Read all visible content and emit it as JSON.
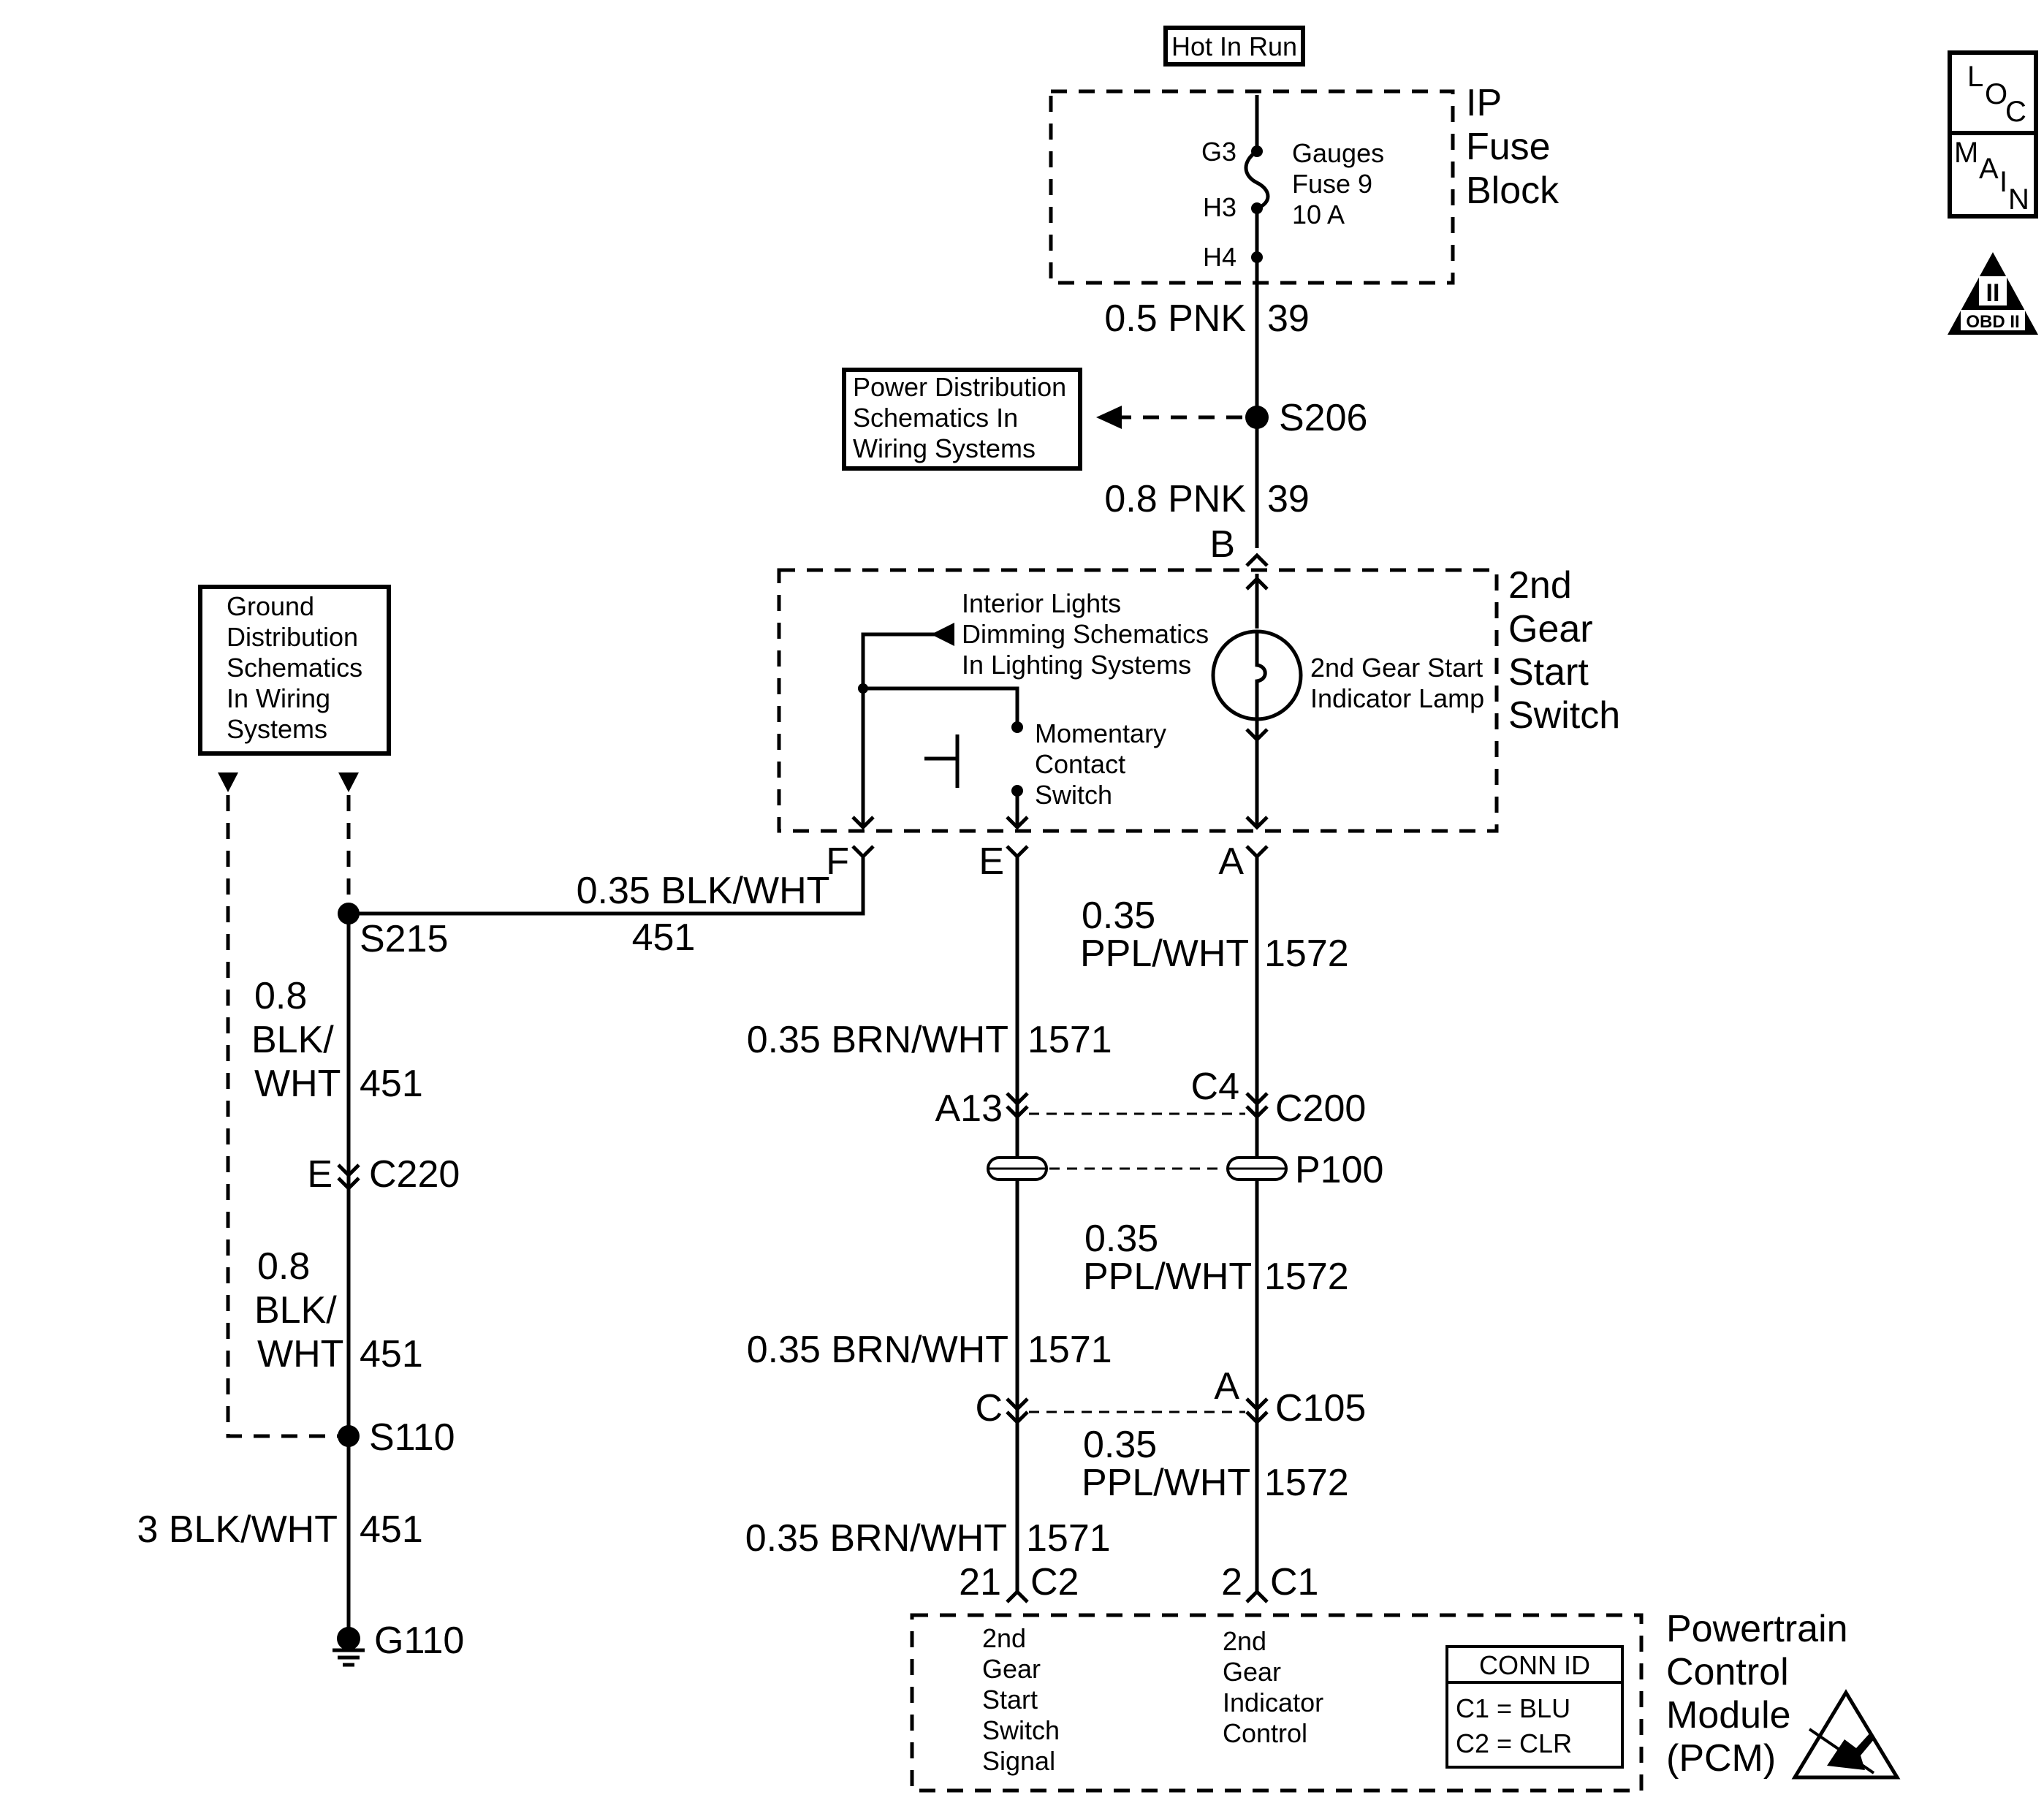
{
  "power_source": "Hot In Run",
  "fuse_block": {
    "title_lines": [
      "IP",
      "Fuse",
      "Block"
    ],
    "fuse_lines": [
      "Gauges",
      "Fuse 9",
      "10 A"
    ],
    "terminals": [
      "G3",
      "H3",
      "H4"
    ]
  },
  "power_dist_ref": [
    "Power Distribution",
    "Schematics In",
    "Wiring Systems"
  ],
  "ground_dist_ref": [
    "Ground",
    "Distribution",
    "Schematics",
    "In Wiring",
    "Systems"
  ],
  "splices": {
    "s206": "S206",
    "s215": "S215",
    "s110": "S110",
    "g110": "G110"
  },
  "wires": {
    "w1_size": "0.5 PNK",
    "w1_circuit": "39",
    "w2_size": "0.8 PNK",
    "w2_circuit": "39",
    "blk_size": "0.35 BLK/WHT",
    "blk_circuit": "451",
    "g1_lines": [
      "0.8",
      "BLK/",
      "WHT"
    ],
    "g1_circuit": "451",
    "g2_lines": [
      "0.8",
      "BLK/",
      "WHT"
    ],
    "g2_circuit": "451",
    "g3_size": "3 BLK/WHT",
    "g3_circuit": "451",
    "brn1_size": "0.35 BRN/WHT",
    "brn1_circuit": "1571",
    "brn2_size": "0.35 BRN/WHT",
    "brn2_circuit": "1571",
    "brn3_size": "0.35 BRN/WHT",
    "brn3_circuit": "1571",
    "ppl1_lines": [
      "0.35",
      "PPL/WHT"
    ],
    "ppl1_circuit": "1572",
    "ppl2_lines": [
      "0.35",
      "PPL/WHT"
    ],
    "ppl2_circuit": "1572",
    "ppl3_lines": [
      "0.35",
      "PPL/WHT"
    ],
    "ppl3_circuit": "1572"
  },
  "switch": {
    "title_lines": [
      "2nd",
      "Gear",
      "Start",
      "Switch"
    ],
    "lamp_lines": [
      "2nd Gear Start",
      "Indicator Lamp"
    ],
    "dimming_ref": [
      "Interior Lights",
      "Dimming Schematics",
      "In Lighting Systems"
    ],
    "momentary_lines": [
      "Momentary",
      "Contact",
      "Switch"
    ],
    "pin_b": "B",
    "pin_f": "F",
    "pin_e": "E",
    "pin_a": "A"
  },
  "connectors": {
    "c220_pin": "E",
    "c220": "C220",
    "c200_pin_left": "A13",
    "c200_pin_right": "C4",
    "c200": "C200",
    "p100": "P100",
    "c105_pin_left": "C",
    "c105_pin_right": "A",
    "c105": "C105",
    "pcm_pin_left": "21",
    "pcm_conn_left": "C2",
    "pcm_pin_right": "2",
    "pcm_conn_right": "C1"
  },
  "pcm": {
    "title_lines": [
      "Powertrain",
      "Control",
      "Module",
      "(PCM)"
    ],
    "signal_lines": [
      "2nd",
      "Gear",
      "Start",
      "Switch",
      "Signal"
    ],
    "control_lines": [
      "2nd",
      "Gear",
      "Indicator",
      "Control"
    ],
    "conn_id_title": "CONN ID",
    "conn_id_rows": [
      "C1 = BLU",
      "C2 = CLR"
    ]
  },
  "side_icons": {
    "loc": [
      "L",
      "O",
      "C"
    ],
    "main": [
      "M",
      "A",
      "I",
      "N"
    ],
    "obd_numeral": "II",
    "obd_label": "OBD II"
  }
}
